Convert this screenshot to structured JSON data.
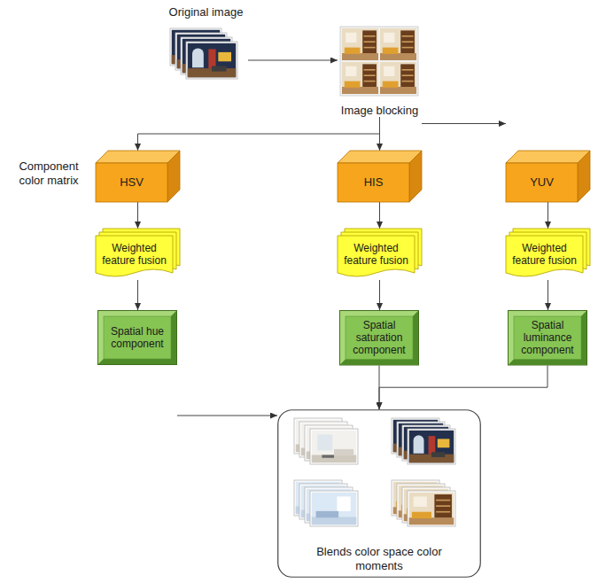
{
  "diagram": {
    "nodes": [
      {
        "text": [
          "Original image"
        ]
      },
      {
        "text": [
          "Image blocking"
        ]
      },
      {
        "text": [
          "HSV"
        ]
      },
      {
        "text": [
          "HIS"
        ]
      },
      {
        "text": [
          "YUV"
        ]
      },
      {
        "text": [
          "Weighted feature fusion"
        ]
      },
      {
        "text": [
          "Weighted feature fusion"
        ]
      },
      {
        "text": [
          "Weighted feature fusion"
        ]
      },
      {
        "text": [
          "Spatial hue component"
        ]
      },
      {
        "text": [
          "Spatial saturation component"
        ]
      },
      {
        "text": [
          "Spatial luminance component"
        ]
      },
      {
        "text": [
          "Blends color space color moments"
        ]
      }
    ],
    "edges": [
      {
        "from": 0,
        "to": 1,
        "arrow": "to"
      },
      {
        "from": 1,
        "to": 2,
        "arrow": "to"
      },
      {
        "from": 1,
        "to": 3,
        "arrow": "to"
      },
      {
        "from": 1,
        "to": 4,
        "arrow": "to"
      },
      {
        "from": 2,
        "to": 5,
        "arrow": "to"
      },
      {
        "from": 3,
        "to": 6,
        "arrow": "to"
      },
      {
        "from": 4,
        "to": 7,
        "arrow": "to"
      },
      {
        "from": 5,
        "to": 8,
        "arrow": "to"
      },
      {
        "from": 6,
        "to": 9,
        "arrow": "to"
      },
      {
        "from": 7,
        "to": 10,
        "arrow": "to"
      },
      {
        "from": 8,
        "to": 11,
        "arrow": "to"
      },
      {
        "from": 9,
        "to": 11,
        "arrow": "to"
      },
      {
        "from": 10,
        "to": 11,
        "arrow": "to"
      }
    ],
    "labels": [
      "Component color matrix"
    ]
  }
}
